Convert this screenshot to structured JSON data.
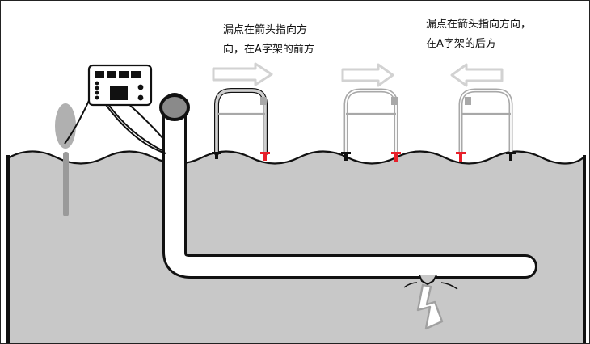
{
  "captions": {
    "front": {
      "line1": "漏点在箭头指向方",
      "line2": "向，在A字架的前方"
    },
    "back": {
      "line1": "漏点在箭头指向方向，",
      "line2": "在A字架的后方"
    }
  },
  "colors": {
    "ground": "#c8c8c8",
    "outline": "#111111",
    "frame": "#a8a8a8",
    "arrow": "#d2d2d2",
    "black_probe": "#111111",
    "red_probe": "#e8202a",
    "pipe": "#ffffff",
    "pipe_cap": "#8a8a8a",
    "electrode": "#9a9a9a",
    "instrument": "#ffffff"
  },
  "icons": {
    "arrow_right": "arrow-right-icon",
    "arrow_left": "arrow-left-icon",
    "lightning": "lightning-bolt-icon",
    "a_frame": "a-frame-icon",
    "instrument": "fault-locator-instrument-icon",
    "ground_electrode": "ground-electrode-icon"
  }
}
